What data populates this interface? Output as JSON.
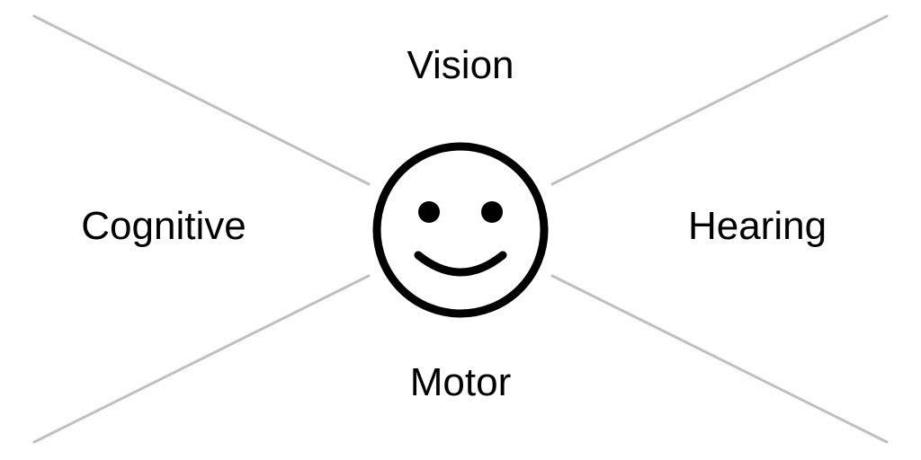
{
  "colors": {
    "line": "#bfbfbf",
    "ink": "#000000",
    "background": "#ffffff"
  },
  "center_icon": "smiley-face-icon",
  "categories": {
    "top": "Vision",
    "left": "Cognitive",
    "right": "Hearing",
    "bottom": "Motor"
  }
}
